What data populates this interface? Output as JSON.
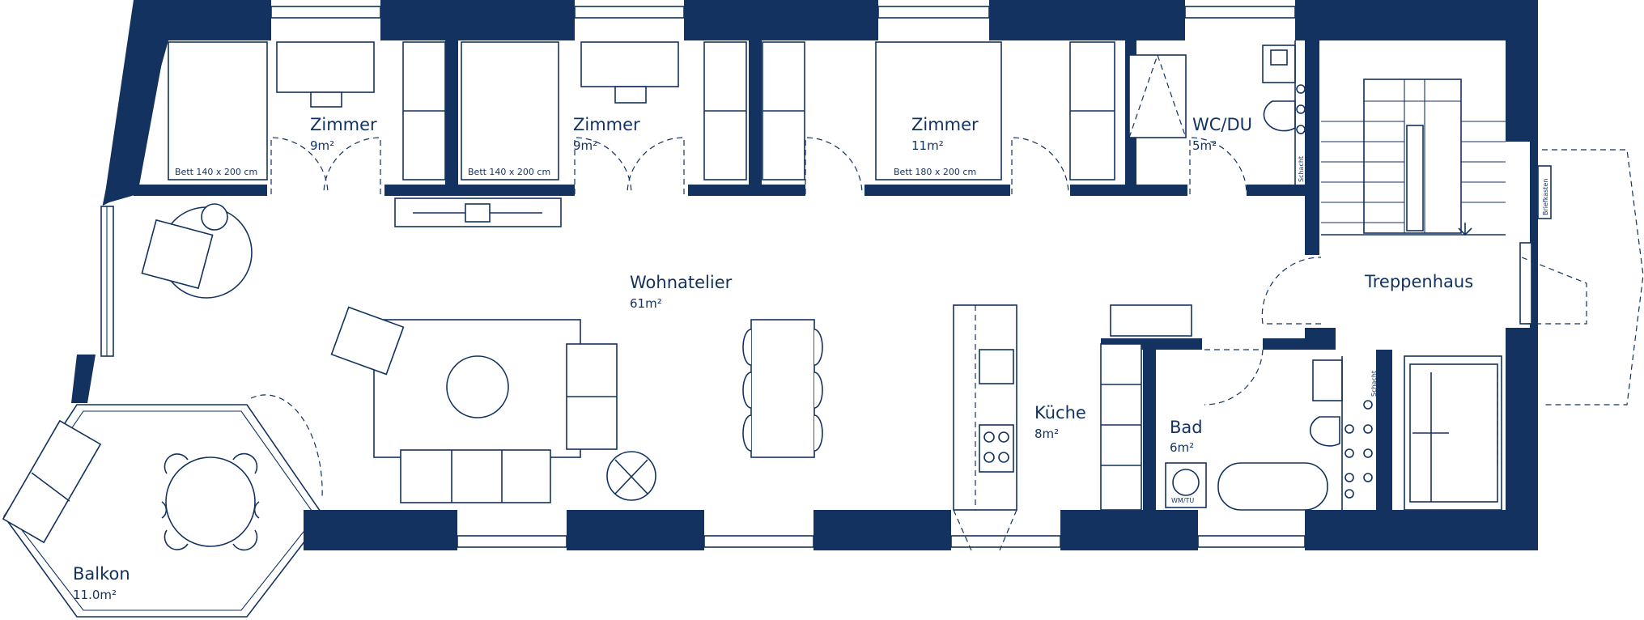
{
  "colors": {
    "wall": "#13325f",
    "background": "#ffffff"
  },
  "rooms": {
    "zimmer1": {
      "name": "Zimmer",
      "area": "9m²",
      "bed": "Bett 140 x 200 cm"
    },
    "zimmer2": {
      "name": "Zimmer",
      "area": "9m²",
      "bed": "Bett 140 x 200 cm"
    },
    "zimmer3": {
      "name": "Zimmer",
      "area": "11m²",
      "bed": "Bett 180 x 200 cm"
    },
    "wcdu": {
      "name": "WC/DU",
      "area": "5m²"
    },
    "wohnatelier": {
      "name": "Wohnatelier",
      "area": "61m²"
    },
    "treppenhaus": {
      "name": "Treppenhaus"
    },
    "kueche": {
      "name": "Küche",
      "area": "8m²"
    },
    "bad": {
      "name": "Bad",
      "area": "6m²",
      "appliance": "WM/TU"
    },
    "balkon": {
      "name": "Balkon",
      "area": "11.0m²"
    }
  },
  "labels": {
    "schacht": "Schacht",
    "briefkasten": "Briefkasten"
  }
}
